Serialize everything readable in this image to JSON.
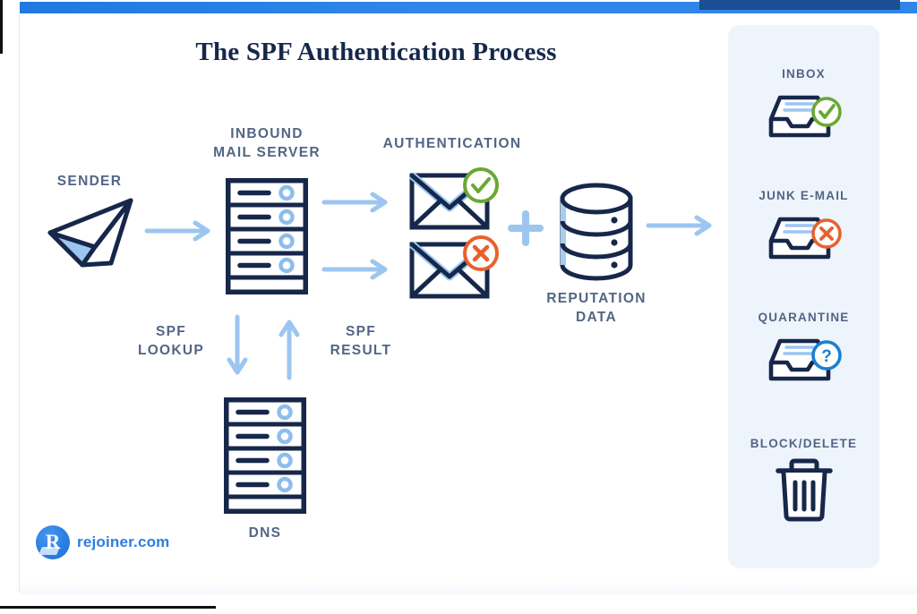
{
  "page": {
    "title": "The SPF Authentication Process"
  },
  "theme": {
    "navy": "#16274a",
    "label_slate": "#536584",
    "light_blue": "#9cc6f0",
    "accent_blue": "#2a7ee2",
    "top_bar_blue": "#2f86e8",
    "top_bar_dark": "#1b4e93",
    "panel_bg": "#eef4fb",
    "success_green": "#6aa832",
    "error_orange": "#e8612c",
    "info_blue": "#1a7fd4"
  },
  "flow": {
    "sender": {
      "label": "SENDER",
      "icon": "paper-plane-icon"
    },
    "mail_server": {
      "label": "INBOUND\nMAIL SERVER",
      "icon": "server-rack-icon",
      "rack_rows": 4
    },
    "authentication": {
      "label": "AUTHENTICATION",
      "pass": {
        "icon": "envelope-icon",
        "badge": "check-badge-icon",
        "status": "pass"
      },
      "fail": {
        "icon": "envelope-icon",
        "badge": "x-badge-icon",
        "status": "fail"
      }
    },
    "plus": {
      "icon": "plus-icon"
    },
    "reputation": {
      "label": "REPUTATION\nDATA",
      "icon": "database-icon",
      "disc_count": 3
    },
    "spf_lookup": {
      "label": "SPF\nLOOKUP",
      "icon": "arrow-down-icon"
    },
    "spf_result": {
      "label": "SPF\nRESULT",
      "icon": "arrow-up-icon"
    },
    "dns": {
      "label": "DNS",
      "icon": "server-rack-icon",
      "rack_rows": 4
    },
    "arrows": [
      {
        "name": "arrow-sender-to-server",
        "icon": "arrow-right-icon"
      },
      {
        "name": "arrow-server-to-pass",
        "icon": "arrow-right-icon"
      },
      {
        "name": "arrow-server-to-fail",
        "icon": "arrow-right-icon"
      },
      {
        "name": "arrow-reputation-to-outcomes",
        "icon": "arrow-right-icon"
      }
    ]
  },
  "outcomes": {
    "items": [
      {
        "label": "INBOX",
        "icon": "inbox-tray-icon",
        "badge": "check-badge-icon",
        "badge_color": "#6aa832"
      },
      {
        "label": "JUNK E-MAIL",
        "icon": "inbox-tray-icon",
        "badge": "x-badge-icon",
        "badge_color": "#e8612c"
      },
      {
        "label": "QUARANTINE",
        "icon": "inbox-tray-icon",
        "badge": "question-badge-icon",
        "badge_color": "#1a7fd4"
      },
      {
        "label": "BLOCK/DELETE",
        "icon": "trash-can-icon",
        "badge": "",
        "badge_color": ""
      }
    ]
  },
  "branding": {
    "mark_letter": "R",
    "name": "rejoiner.com"
  }
}
